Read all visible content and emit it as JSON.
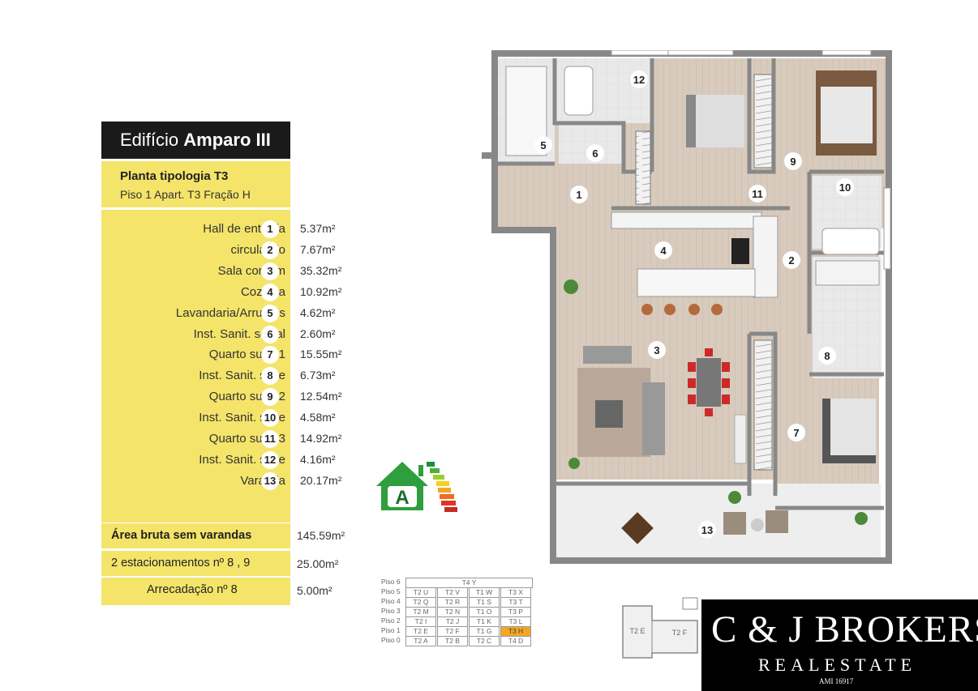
{
  "building": {
    "prefix": "Edifício ",
    "name": "Amparo III"
  },
  "typology": {
    "title": "Planta tipologia T3",
    "subtitle": "Piso 1 Apart. T3 Fração H"
  },
  "rooms": [
    {
      "num": "1",
      "label": "Hall de entrada",
      "area": "5.37m²"
    },
    {
      "num": "2",
      "label": "circulação",
      "area": "7.67m²"
    },
    {
      "num": "3",
      "label": "Sala comum",
      "area": "35.32m²"
    },
    {
      "num": "4",
      "label": "Cozinha",
      "area": "10.92m²"
    },
    {
      "num": "5",
      "label": "Lavandaria/Arrumos",
      "area": "4.62m²"
    },
    {
      "num": "6",
      "label": "Inst. Sanit. social",
      "area": "2.60m²"
    },
    {
      "num": "7",
      "label": "Quarto suite 1",
      "area": "15.55m²"
    },
    {
      "num": "8",
      "label": "Inst. Sanit. suite",
      "area": "6.73m²"
    },
    {
      "num": "9",
      "label": "Quarto suite 2",
      "area": "12.54m²"
    },
    {
      "num": "10",
      "label": "Inst. Sanit. suite",
      "area": "4.58m²"
    },
    {
      "num": "11",
      "label": "Quarto suite 3",
      "area": "14.92m²"
    },
    {
      "num": "12",
      "label": "Inst. Sanit. suite",
      "area": "4.16m²"
    },
    {
      "num": "13",
      "label": "Varanda",
      "area": "20.17m²"
    }
  ],
  "summary": {
    "gross_label": "Área bruta sem varandas",
    "gross_area": "145.59m²",
    "parking_label": "2 estacionamentos nº 8 , 9",
    "parking_area": "25.00m²",
    "storage_label": "Arrecadação nº 8",
    "storage_area": "5.00m²"
  },
  "energy": {
    "rating": "A",
    "icon": "energy-certificate-icon"
  },
  "floor_table": {
    "rows": [
      {
        "floor": "Piso 6",
        "cells": [
          "T4 Y"
        ]
      },
      {
        "floor": "Piso 5",
        "cells": [
          "T2 U",
          "T2 V",
          "T1 W",
          "T3 X"
        ]
      },
      {
        "floor": "Piso 4",
        "cells": [
          "T2 Q",
          "T2 R",
          "T1 S",
          "T3 T"
        ]
      },
      {
        "floor": "Piso 3",
        "cells": [
          "T2 M",
          "T2 N",
          "T1 O",
          "T3 P"
        ]
      },
      {
        "floor": "Piso 2",
        "cells": [
          "T2 I",
          "T2 J",
          "T1 K",
          "T3 L"
        ]
      },
      {
        "floor": "Piso 1",
        "cells": [
          "T2 E",
          "T2 F",
          "T1 G",
          "T3 H"
        ]
      },
      {
        "floor": "Piso 0",
        "cells": [
          "T2 A",
          "T2 B",
          "T2 C",
          "T4 D"
        ]
      }
    ],
    "highlight": "T3 H",
    "highlight_color": "#f5a623"
  },
  "site_plan": {
    "labels": [
      "T2 E",
      "T2 F"
    ]
  },
  "logo": {
    "main": "C & J BROKERS",
    "sub": "REALESTATE",
    "license": "AMI 16917"
  },
  "colors": {
    "accent_yellow": "#f4e46a",
    "title_bg": "#1a1a1a",
    "logo_bg": "#000000"
  }
}
